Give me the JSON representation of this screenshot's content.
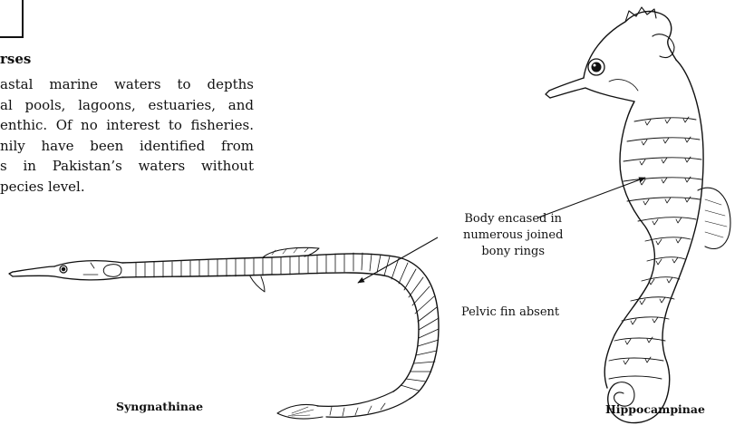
{
  "heading": "rses",
  "description_lines": [
    "astal marine waters to depths",
    "al pools, lagoons, estuaries, and",
    "enthic. Of no interest to fisheries.",
    "nily have been identified from",
    "s in Pakistan’s waters without",
    "pecies level."
  ],
  "annotations": {
    "body_rings": [
      "Body encased in",
      "numerous joined",
      "bony rings"
    ],
    "pelvic_fin": "Pelvic fin absent"
  },
  "figures": {
    "pipefish_label": "Syngnathinae",
    "seahorse_label": "Hippocampinae"
  }
}
